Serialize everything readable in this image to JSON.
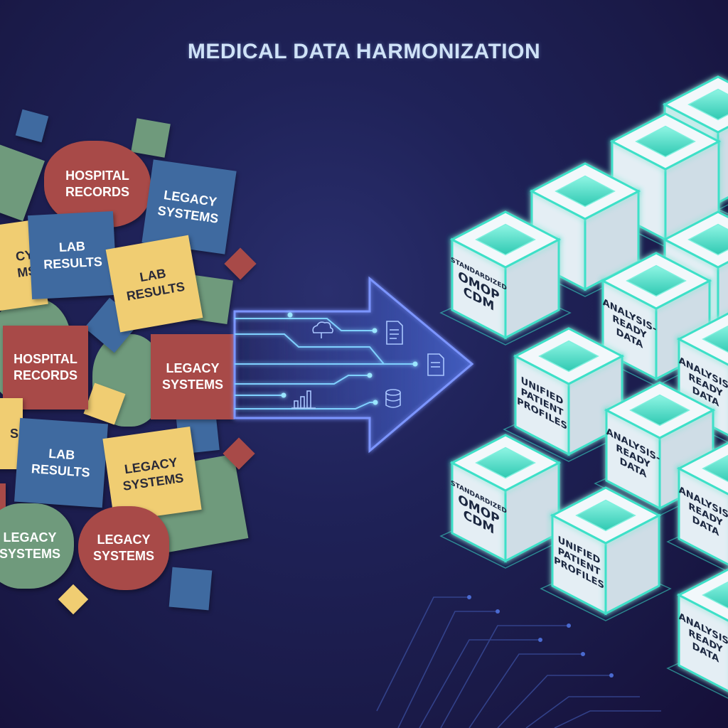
{
  "title": "MEDICAL DATA HARMONIZATION",
  "sources": {
    "hospital_records": "HOSPITAL\nRECORDS",
    "lab_results": "LAB\nRESULTS",
    "legacy_systems": "LEGACY\nSYSTEMS",
    "legacy_partial_top": "CY\nMS",
    "legacy_partial_mid": "S"
  },
  "outputs": {
    "omop": [
      "STANDARDIZED",
      "OMOP",
      "CDM"
    ],
    "analysis": [
      "ANALYSIS-",
      "READY",
      "DATA"
    ],
    "unified": [
      "UNIFIED",
      "PATIENT",
      "PROFILES"
    ]
  },
  "pipeline_icons": [
    "cloud-icon",
    "document-icon",
    "document-icon",
    "bar-chart-icon",
    "database-icon"
  ],
  "colors": {
    "red": "#a84a48",
    "blue": "#3f6aa0",
    "yellow": "#f0cd72",
    "green": "#6f9a7c",
    "teal": "#3ce0c8",
    "arrow": "#6d8cff"
  }
}
